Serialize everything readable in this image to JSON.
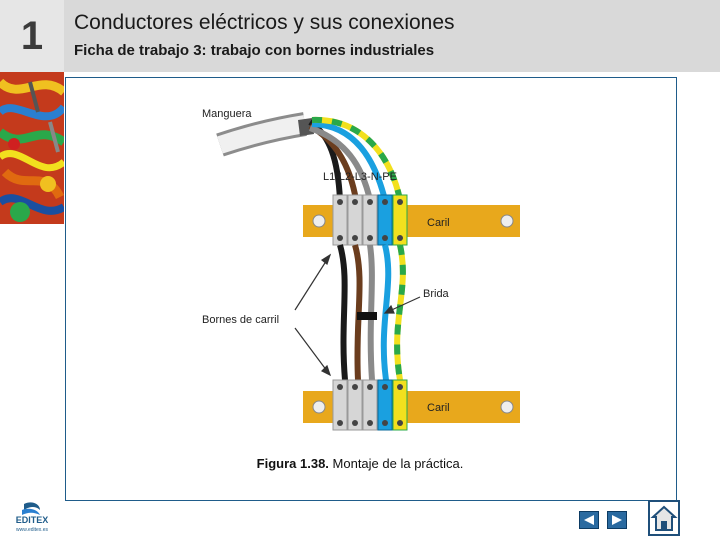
{
  "chapter": {
    "number": "1"
  },
  "header": {
    "title": "Conductores eléctricos y sus conexiones",
    "subtitle": "Ficha de trabajo 3: trabajo con bornes industriales"
  },
  "figure": {
    "labels": {
      "hose": "Manguera",
      "conductors": "L1-L2-L3-N-PE",
      "rail_top": "Caril",
      "rail_bottom": "Caril",
      "tie": "Brida",
      "terminals": "Bornes de carril"
    },
    "caption_prefix": "Figura 1.38.",
    "caption_text": " Montaje de la práctica."
  },
  "logo": {
    "name": "EDITEX",
    "url": "www.editex.es"
  },
  "nav": {
    "prev": "previous-slide",
    "next": "next-slide",
    "home": "home"
  },
  "colors": {
    "accent": "#1f5c8a",
    "rail": "#e8a81c",
    "wire_black": "#1a1a1a",
    "wire_brown": "#6b3d1e",
    "wire_grey": "#8a8a8a",
    "wire_blue": "#1aa0e0",
    "wire_yellow": "#f2e01e",
    "wire_green": "#2aa84a"
  }
}
